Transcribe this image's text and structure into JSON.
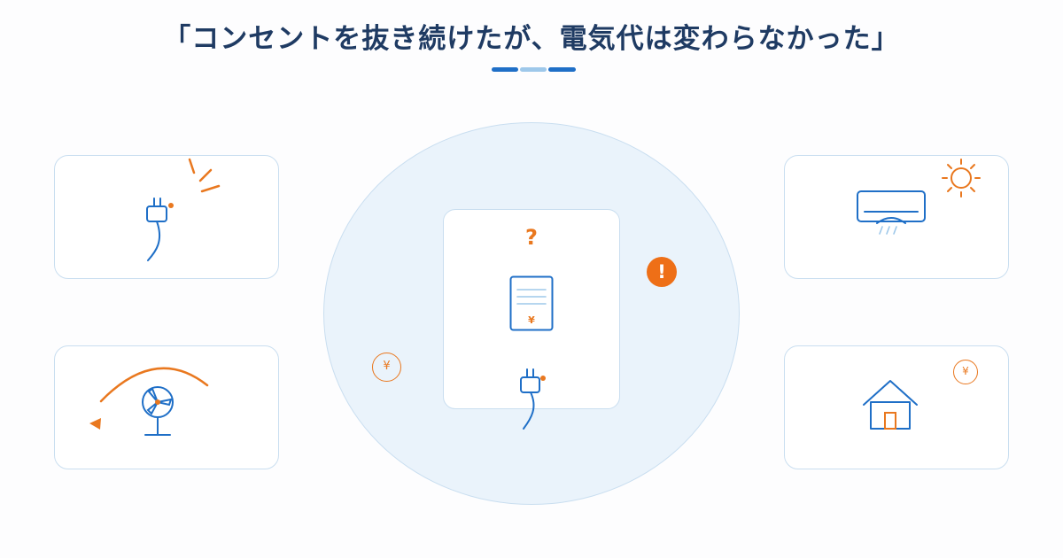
{
  "header": {
    "title": "「コンセントを抜き続けたが、電気代は変わらなかった」"
  },
  "center": {
    "question_mark": "?",
    "bill_yen": "¥",
    "warning_mark": "!",
    "yen_badge": "¥"
  },
  "cards": {
    "top_left_icon": "plug-with-spark",
    "bottom_left_icon": "rotating-fan",
    "top_right_icon": "air-conditioner-with-sun",
    "bottom_right_icon": "house-with-yen",
    "house_yen": "¥"
  },
  "colors": {
    "title": "#1f3b63",
    "primary_blue": "#1f6fc7",
    "light_blue": "#9ec8ea",
    "accent_orange": "#e9781f",
    "circle_fill": "#eaf3fb",
    "card_border": "#c9def0"
  }
}
